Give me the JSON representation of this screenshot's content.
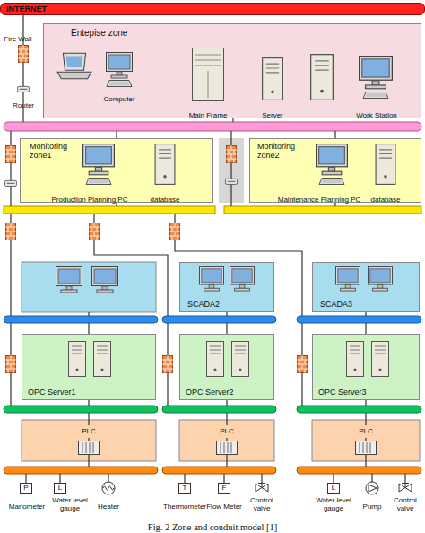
{
  "diagram": {
    "caption": "Fig. 2 Zone and conduit model [1]",
    "nodes": [
      {
        "text": [
          "INTERNET"
        ]
      },
      {
        "text": [
          "Entepise zone"
        ]
      },
      {
        "text": [
          "Monitoring zone1"
        ]
      },
      {
        "text": [
          "Monitoring zone2"
        ]
      },
      {
        "text": [
          "SCADA2"
        ]
      },
      {
        "text": [
          "SCADA3"
        ]
      },
      {
        "text": [
          "OPC Server1"
        ]
      },
      {
        "text": [
          "OPC Server2"
        ]
      },
      {
        "text": [
          "OPC Server3"
        ]
      },
      {
        "text": [
          "PLC"
        ]
      },
      {
        "text": [
          "PLC"
        ]
      },
      {
        "text": [
          "PLC"
        ]
      },
      {
        "text": [
          "P"
        ]
      },
      {
        "text": [
          "L"
        ]
      },
      {
        "text": [
          "T"
        ]
      },
      {
        "text": [
          "F"
        ]
      },
      {
        "text": [
          "L"
        ]
      }
    ],
    "labels": [
      "Fire Wall",
      "Router",
      "Computer",
      "Main Frame",
      "Server",
      "Work Station",
      "Production Planning PC",
      "database",
      "Maintenance Planning PC",
      "database",
      "Manometer",
      "Water level gauge",
      "Heater",
      "Thermometer",
      "Flow Meter",
      "Control valve",
      "Water level gauge",
      "Pump",
      "Control valve"
    ]
  }
}
